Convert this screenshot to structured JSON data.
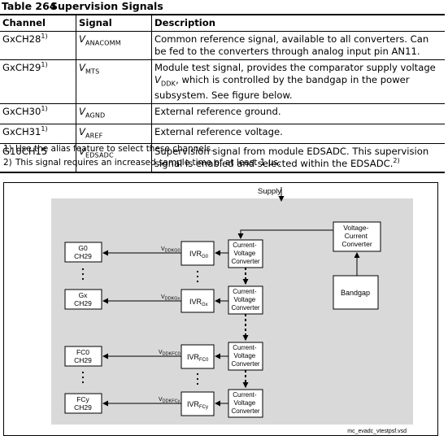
{
  "table": {
    "number": "Table 264",
    "title": "Supervision Signals",
    "headers": [
      "Channel",
      "Signal",
      "Description"
    ],
    "rows": [
      {
        "channel": "GxCH28",
        "note": "1)",
        "signal_main": "V",
        "signal_sub": "ANACOMM",
        "description": "Common reference signal, available to all converters. Can be fed to the converters through analog input pin AN11."
      },
      {
        "channel": "GxCH29",
        "note": "1)",
        "signal_main": "V",
        "signal_sub": "MTS",
        "description_pre": "Module test signal, provides the comparator supply voltage ",
        "description_var": "V",
        "description_var_sub": "DDK",
        "description_post": ", which is controlled by the bandgap in the power subsystem. See figure below."
      },
      {
        "channel": "GxCH30",
        "note": "1)",
        "signal_main": "V",
        "signal_sub": "AGND",
        "description": "External reference ground."
      },
      {
        "channel": "GxCH31",
        "note": "1)",
        "signal_main": "V",
        "signal_sub": "AREF",
        "description": "External reference voltage."
      },
      {
        "channel": "G10CH15",
        "note": "",
        "signal_main": "V",
        "signal_sub": "EDSADC",
        "description": "Supervision signal from module EDSADC. This supervision signal is enabled and selected within the EDSADC.",
        "description_note": "2)"
      }
    ]
  },
  "footnotes": [
    {
      "marker": "1)",
      "text": "Use the alias feature to select these channels."
    },
    {
      "marker": "2)",
      "text": "This signal requires an increased sample time of at least 1 µs."
    }
  ],
  "figure": {
    "supply_label": "Supply",
    "vc_converter": [
      "Voltage-",
      "Current",
      "Converter"
    ],
    "bandgap": "Bandgap",
    "cv_converter": [
      "Current-",
      "Voltage",
      "Converter"
    ],
    "ivr_labels": [
      {
        "main": "IVR",
        "sub": "G0"
      },
      {
        "main": "IVR",
        "sub": "Gx"
      },
      {
        "main": "IVR",
        "sub": "FC0"
      },
      {
        "main": "IVR",
        "sub": "FCy"
      }
    ],
    "vddk_labels": [
      {
        "main": "V",
        "sub": "DDKG0"
      },
      {
        "main": "V",
        "sub": "DDKGx"
      },
      {
        "main": "V",
        "sub": "DDKFC0"
      },
      {
        "main": "V",
        "sub": "DDKFCy"
      }
    ],
    "channel_boxes": [
      [
        "G0",
        "CH29"
      ],
      [
        "Gx",
        "CH29"
      ],
      [
        "FC0",
        "CH29"
      ],
      [
        "FCy",
        "CH29"
      ]
    ],
    "file_name": "mc_evadc_vtestpsf.vsd",
    "colors": {
      "background": "#d9d9d9",
      "box": "#ffffff",
      "stroke": "#000000"
    }
  }
}
